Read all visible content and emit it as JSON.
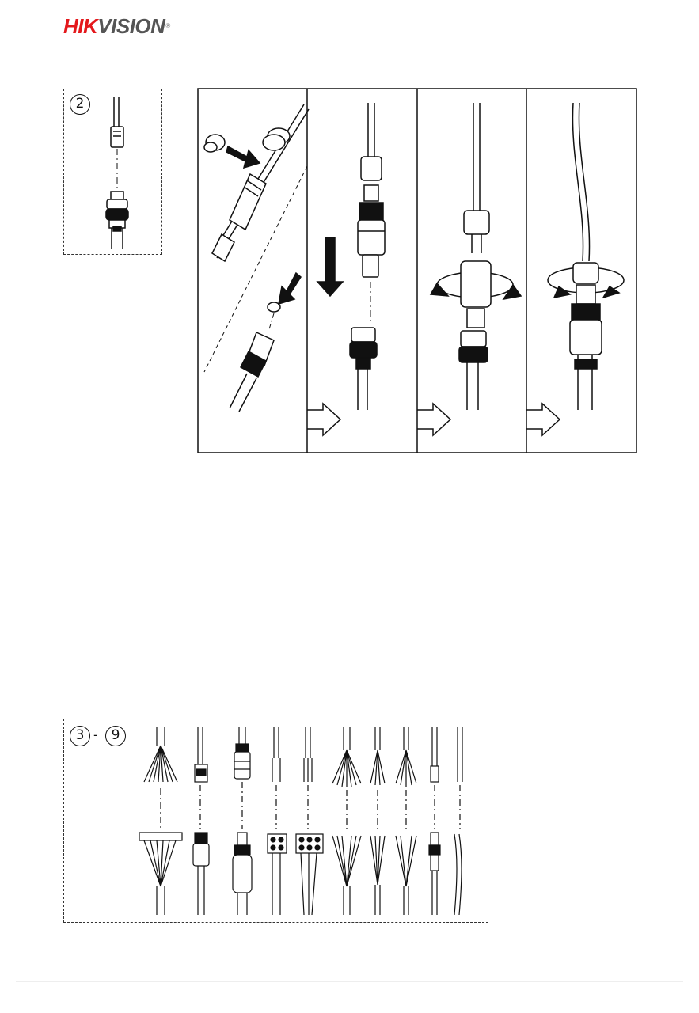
{
  "logo": {
    "brand_red": "HIK",
    "brand_gray": "VISION",
    "registered": "®"
  },
  "step_top": {
    "number": "2"
  },
  "step_bottom": {
    "start": "3",
    "separator": "-",
    "end": "9"
  },
  "colors": {
    "brand_red": "#e4181c",
    "brand_gray": "#555555",
    "line": "#111111"
  }
}
